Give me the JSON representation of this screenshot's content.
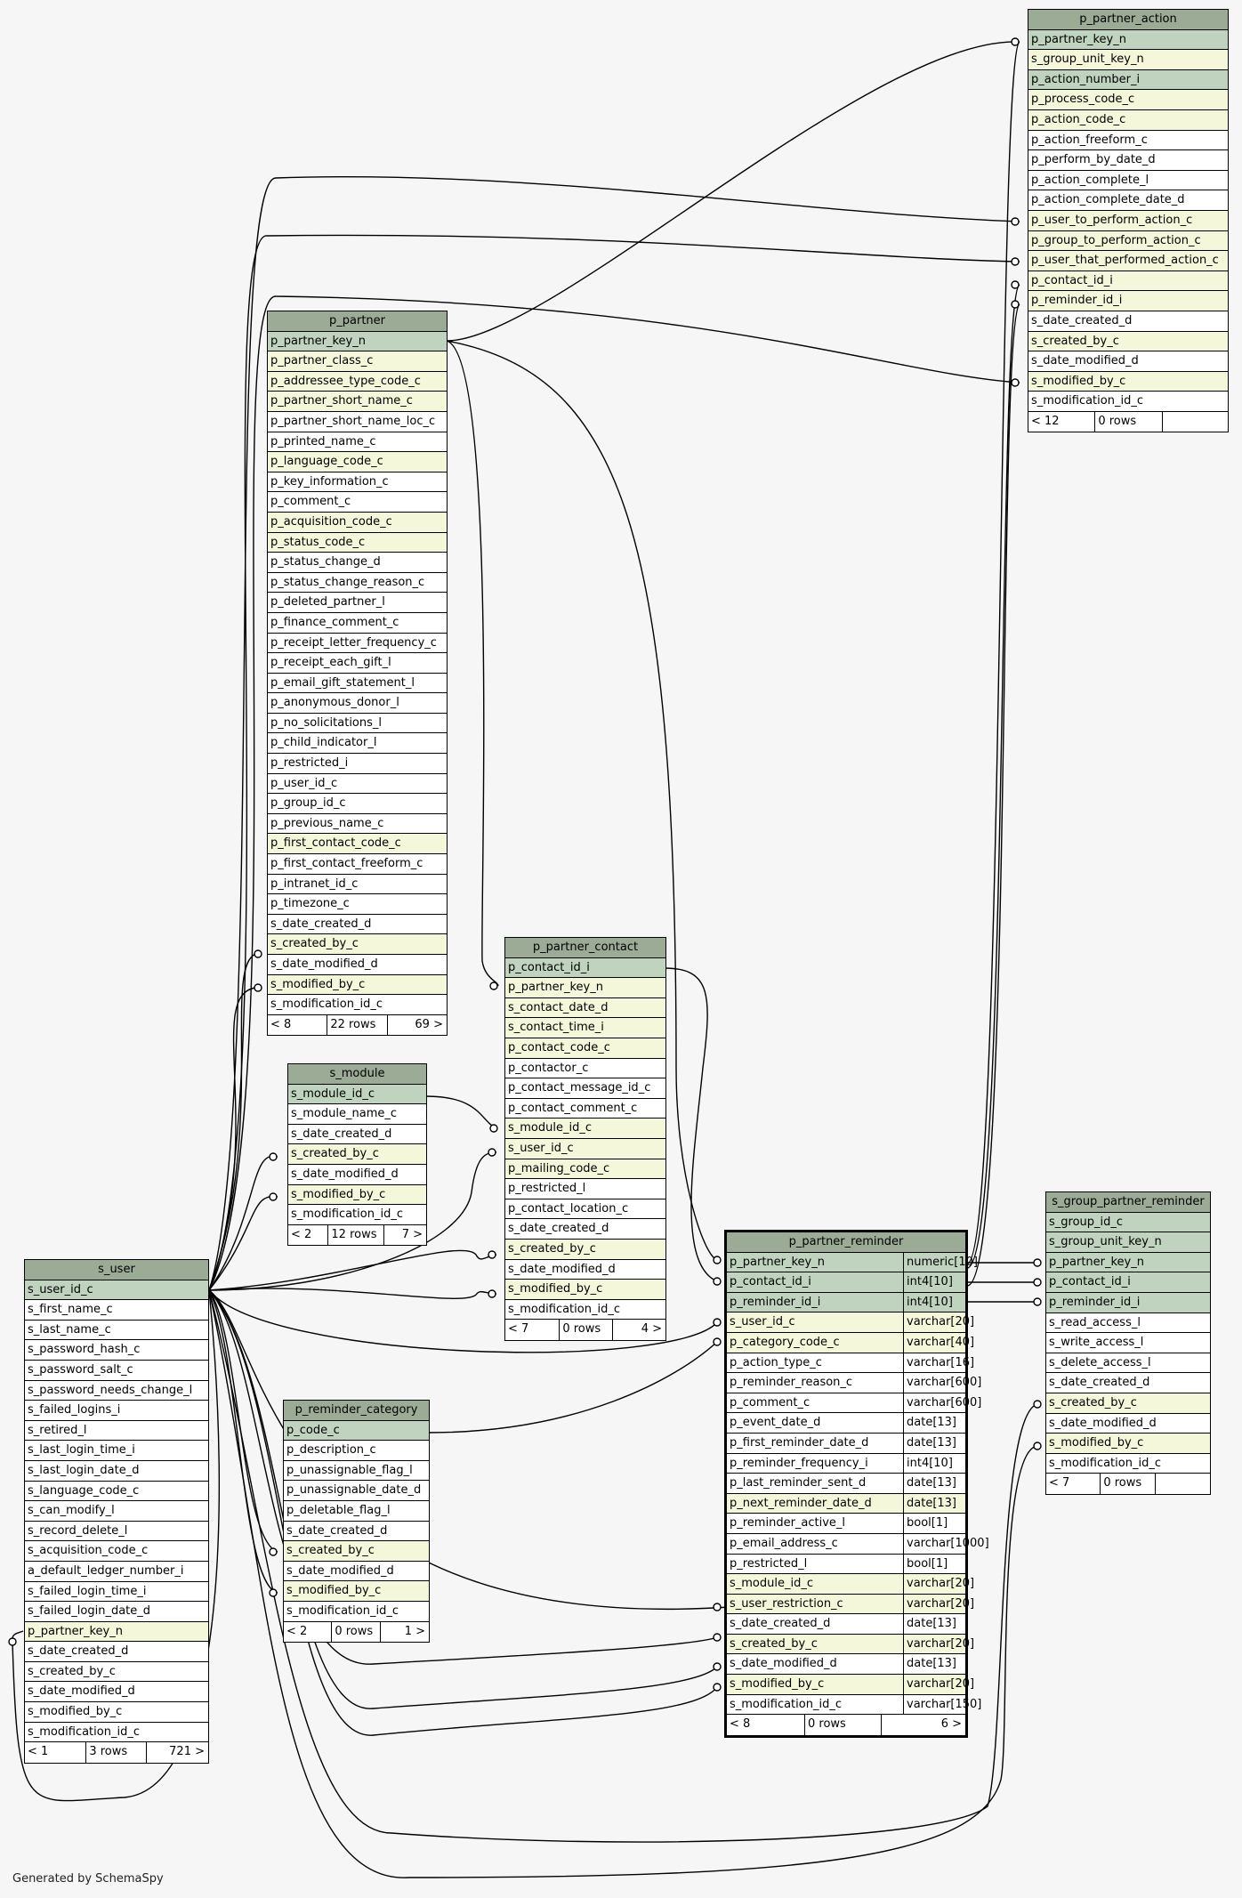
{
  "credit": "Generated by SchemaSpy",
  "tables": {
    "p_partner_action": {
      "title": "p_partner_action",
      "columns": [
        {
          "name": "p_partner_key_n",
          "kind": "pk"
        },
        {
          "name": "s_group_unit_key_n",
          "kind": "fk"
        },
        {
          "name": "p_action_number_i",
          "kind": "pk"
        },
        {
          "name": "p_process_code_c",
          "kind": "fk"
        },
        {
          "name": "p_action_code_c",
          "kind": "fk"
        },
        {
          "name": "p_action_freeform_c",
          "kind": ""
        },
        {
          "name": "p_perform_by_date_d",
          "kind": ""
        },
        {
          "name": "p_action_complete_l",
          "kind": ""
        },
        {
          "name": "p_action_complete_date_d",
          "kind": ""
        },
        {
          "name": "p_user_to_perform_action_c",
          "kind": "fk"
        },
        {
          "name": "p_group_to_perform_action_c",
          "kind": "fk"
        },
        {
          "name": "p_user_that_performed_action_c",
          "kind": "fk"
        },
        {
          "name": "p_contact_id_i",
          "kind": "fk"
        },
        {
          "name": "p_reminder_id_i",
          "kind": "fk"
        },
        {
          "name": "s_date_created_d",
          "kind": ""
        },
        {
          "name": "s_created_by_c",
          "kind": "fk"
        },
        {
          "name": "s_date_modified_d",
          "kind": ""
        },
        {
          "name": "s_modified_by_c",
          "kind": "fk"
        },
        {
          "name": "s_modification_id_c",
          "kind": ""
        }
      ],
      "footer": [
        "< 12",
        "0 rows",
        ""
      ]
    },
    "p_partner": {
      "title": "p_partner",
      "columns": [
        {
          "name": "p_partner_key_n",
          "kind": "pk"
        },
        {
          "name": "p_partner_class_c",
          "kind": "fk"
        },
        {
          "name": "p_addressee_type_code_c",
          "kind": "fk"
        },
        {
          "name": "p_partner_short_name_c",
          "kind": "fk"
        },
        {
          "name": "p_partner_short_name_loc_c",
          "kind": ""
        },
        {
          "name": "p_printed_name_c",
          "kind": ""
        },
        {
          "name": "p_language_code_c",
          "kind": "fk"
        },
        {
          "name": "p_key_information_c",
          "kind": ""
        },
        {
          "name": "p_comment_c",
          "kind": ""
        },
        {
          "name": "p_acquisition_code_c",
          "kind": "fk"
        },
        {
          "name": "p_status_code_c",
          "kind": "fk"
        },
        {
          "name": "p_status_change_d",
          "kind": ""
        },
        {
          "name": "p_status_change_reason_c",
          "kind": ""
        },
        {
          "name": "p_deleted_partner_l",
          "kind": ""
        },
        {
          "name": "p_finance_comment_c",
          "kind": ""
        },
        {
          "name": "p_receipt_letter_frequency_c",
          "kind": ""
        },
        {
          "name": "p_receipt_each_gift_l",
          "kind": ""
        },
        {
          "name": "p_email_gift_statement_l",
          "kind": ""
        },
        {
          "name": "p_anonymous_donor_l",
          "kind": ""
        },
        {
          "name": "p_no_solicitations_l",
          "kind": ""
        },
        {
          "name": "p_child_indicator_l",
          "kind": ""
        },
        {
          "name": "p_restricted_i",
          "kind": ""
        },
        {
          "name": "p_user_id_c",
          "kind": ""
        },
        {
          "name": "p_group_id_c",
          "kind": ""
        },
        {
          "name": "p_previous_name_c",
          "kind": ""
        },
        {
          "name": "p_first_contact_code_c",
          "kind": "fk"
        },
        {
          "name": "p_first_contact_freeform_c",
          "kind": ""
        },
        {
          "name": "p_intranet_id_c",
          "kind": ""
        },
        {
          "name": "p_timezone_c",
          "kind": ""
        },
        {
          "name": "s_date_created_d",
          "kind": ""
        },
        {
          "name": "s_created_by_c",
          "kind": "fk"
        },
        {
          "name": "s_date_modified_d",
          "kind": ""
        },
        {
          "name": "s_modified_by_c",
          "kind": "fk"
        },
        {
          "name": "s_modification_id_c",
          "kind": ""
        }
      ],
      "footer": [
        "< 8",
        "22 rows",
        "69 >"
      ]
    },
    "p_partner_contact": {
      "title": "p_partner_contact",
      "columns": [
        {
          "name": "p_contact_id_i",
          "kind": "pk"
        },
        {
          "name": "p_partner_key_n",
          "kind": "fk"
        },
        {
          "name": "s_contact_date_d",
          "kind": "fk"
        },
        {
          "name": "s_contact_time_i",
          "kind": "fk"
        },
        {
          "name": "p_contact_code_c",
          "kind": "fk"
        },
        {
          "name": "p_contactor_c",
          "kind": ""
        },
        {
          "name": "p_contact_message_id_c",
          "kind": ""
        },
        {
          "name": "p_contact_comment_c",
          "kind": ""
        },
        {
          "name": "s_module_id_c",
          "kind": "fk"
        },
        {
          "name": "s_user_id_c",
          "kind": "fk"
        },
        {
          "name": "p_mailing_code_c",
          "kind": "fk"
        },
        {
          "name": "p_restricted_l",
          "kind": ""
        },
        {
          "name": "p_contact_location_c",
          "kind": ""
        },
        {
          "name": "s_date_created_d",
          "kind": ""
        },
        {
          "name": "s_created_by_c",
          "kind": "fk"
        },
        {
          "name": "s_date_modified_d",
          "kind": ""
        },
        {
          "name": "s_modified_by_c",
          "kind": "fk"
        },
        {
          "name": "s_modification_id_c",
          "kind": ""
        }
      ],
      "footer": [
        "< 7",
        "0 rows",
        "4 >"
      ]
    },
    "s_module": {
      "title": "s_module",
      "columns": [
        {
          "name": "s_module_id_c",
          "kind": "pk"
        },
        {
          "name": "s_module_name_c",
          "kind": ""
        },
        {
          "name": "s_date_created_d",
          "kind": ""
        },
        {
          "name": "s_created_by_c",
          "kind": "fk"
        },
        {
          "name": "s_date_modified_d",
          "kind": ""
        },
        {
          "name": "s_modified_by_c",
          "kind": "fk"
        },
        {
          "name": "s_modification_id_c",
          "kind": ""
        }
      ],
      "footer": [
        "< 2",
        "12 rows",
        "7 >"
      ]
    },
    "s_user": {
      "title": "s_user",
      "columns": [
        {
          "name": "s_user_id_c",
          "kind": "pk"
        },
        {
          "name": "s_first_name_c",
          "kind": ""
        },
        {
          "name": "s_last_name_c",
          "kind": ""
        },
        {
          "name": "s_password_hash_c",
          "kind": ""
        },
        {
          "name": "s_password_salt_c",
          "kind": ""
        },
        {
          "name": "s_password_needs_change_l",
          "kind": ""
        },
        {
          "name": "s_failed_logins_i",
          "kind": ""
        },
        {
          "name": "s_retired_l",
          "kind": ""
        },
        {
          "name": "s_last_login_time_i",
          "kind": ""
        },
        {
          "name": "s_last_login_date_d",
          "kind": ""
        },
        {
          "name": "s_language_code_c",
          "kind": ""
        },
        {
          "name": "s_can_modify_l",
          "kind": ""
        },
        {
          "name": "s_record_delete_l",
          "kind": ""
        },
        {
          "name": "s_acquisition_code_c",
          "kind": ""
        },
        {
          "name": "a_default_ledger_number_i",
          "kind": ""
        },
        {
          "name": "s_failed_login_time_i",
          "kind": ""
        },
        {
          "name": "s_failed_login_date_d",
          "kind": ""
        },
        {
          "name": "p_partner_key_n",
          "kind": "fk"
        },
        {
          "name": "s_date_created_d",
          "kind": ""
        },
        {
          "name": "s_created_by_c",
          "kind": ""
        },
        {
          "name": "s_date_modified_d",
          "kind": ""
        },
        {
          "name": "s_modified_by_c",
          "kind": ""
        },
        {
          "name": "s_modification_id_c",
          "kind": ""
        }
      ],
      "footer": [
        "< 1",
        "3 rows",
        "721 >"
      ]
    },
    "p_reminder_category": {
      "title": "p_reminder_category",
      "columns": [
        {
          "name": "p_code_c",
          "kind": "pk"
        },
        {
          "name": "p_description_c",
          "kind": ""
        },
        {
          "name": "p_unassignable_flag_l",
          "kind": ""
        },
        {
          "name": "p_unassignable_date_d",
          "kind": ""
        },
        {
          "name": "p_deletable_flag_l",
          "kind": ""
        },
        {
          "name": "s_date_created_d",
          "kind": ""
        },
        {
          "name": "s_created_by_c",
          "kind": "fk"
        },
        {
          "name": "s_date_modified_d",
          "kind": ""
        },
        {
          "name": "s_modified_by_c",
          "kind": "fk"
        },
        {
          "name": "s_modification_id_c",
          "kind": ""
        }
      ],
      "footer": [
        "< 2",
        "0 rows",
        "1 >"
      ]
    },
    "p_partner_reminder": {
      "title": "p_partner_reminder",
      "columns": [
        {
          "name": "p_partner_key_n",
          "type": "numeric[10]",
          "kind": "pk"
        },
        {
          "name": "p_contact_id_i",
          "type": "int4[10]",
          "kind": "pk"
        },
        {
          "name": "p_reminder_id_i",
          "type": "int4[10]",
          "kind": "pk"
        },
        {
          "name": "s_user_id_c",
          "type": "varchar[20]",
          "kind": "fk"
        },
        {
          "name": "p_category_code_c",
          "type": "varchar[40]",
          "kind": "fk"
        },
        {
          "name": "p_action_type_c",
          "type": "varchar[16]",
          "kind": ""
        },
        {
          "name": "p_reminder_reason_c",
          "type": "varchar[600]",
          "kind": ""
        },
        {
          "name": "p_comment_c",
          "type": "varchar[600]",
          "kind": ""
        },
        {
          "name": "p_event_date_d",
          "type": "date[13]",
          "kind": ""
        },
        {
          "name": "p_first_reminder_date_d",
          "type": "date[13]",
          "kind": ""
        },
        {
          "name": "p_reminder_frequency_i",
          "type": "int4[10]",
          "kind": ""
        },
        {
          "name": "p_last_reminder_sent_d",
          "type": "date[13]",
          "kind": ""
        },
        {
          "name": "p_next_reminder_date_d",
          "type": "date[13]",
          "kind": "fk"
        },
        {
          "name": "p_reminder_active_l",
          "type": "bool[1]",
          "kind": ""
        },
        {
          "name": "p_email_address_c",
          "type": "varchar[1000]",
          "kind": ""
        },
        {
          "name": "p_restricted_l",
          "type": "bool[1]",
          "kind": ""
        },
        {
          "name": "s_module_id_c",
          "type": "varchar[20]",
          "kind": "fk"
        },
        {
          "name": "s_user_restriction_c",
          "type": "varchar[20]",
          "kind": "fk"
        },
        {
          "name": "s_date_created_d",
          "type": "date[13]",
          "kind": ""
        },
        {
          "name": "s_created_by_c",
          "type": "varchar[20]",
          "kind": "fk"
        },
        {
          "name": "s_date_modified_d",
          "type": "date[13]",
          "kind": ""
        },
        {
          "name": "s_modified_by_c",
          "type": "varchar[20]",
          "kind": "fk"
        },
        {
          "name": "s_modification_id_c",
          "type": "varchar[150]",
          "kind": ""
        }
      ],
      "footer": [
        "< 8",
        "0 rows",
        "6 >"
      ]
    },
    "s_group_partner_reminder": {
      "title": "s_group_partner_reminder",
      "columns": [
        {
          "name": "s_group_id_c",
          "kind": "pk"
        },
        {
          "name": "s_group_unit_key_n",
          "kind": "pk"
        },
        {
          "name": "p_partner_key_n",
          "kind": "pk"
        },
        {
          "name": "p_contact_id_i",
          "kind": "pk"
        },
        {
          "name": "p_reminder_id_i",
          "kind": "pk"
        },
        {
          "name": "s_read_access_l",
          "kind": ""
        },
        {
          "name": "s_write_access_l",
          "kind": ""
        },
        {
          "name": "s_delete_access_l",
          "kind": ""
        },
        {
          "name": "s_date_created_d",
          "kind": ""
        },
        {
          "name": "s_created_by_c",
          "kind": "fk"
        },
        {
          "name": "s_date_modified_d",
          "kind": ""
        },
        {
          "name": "s_modified_by_c",
          "kind": "fk"
        },
        {
          "name": "s_modification_id_c",
          "kind": ""
        }
      ],
      "footer": [
        "< 7",
        "0 rows",
        ""
      ]
    }
  }
}
